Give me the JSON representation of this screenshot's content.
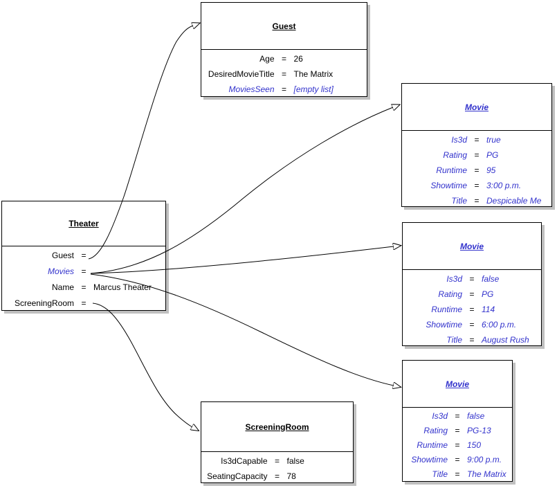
{
  "colors": {
    "reference_text": "#3232cc",
    "plain_text": "#000000",
    "box_border": "#000000",
    "box_shadow": "#c0c0c0",
    "background": "#ffffff"
  },
  "equals": "=",
  "boxes": [
    {
      "id": "theater",
      "title": "Theater",
      "title_style": "plain",
      "rows": [
        {
          "name": "Guest",
          "value": "",
          "style": "plain"
        },
        {
          "name": "Movies",
          "value": "",
          "style": "ref"
        },
        {
          "name": "Name",
          "value": "Marcus Theater",
          "style": "plain"
        },
        {
          "name": "ScreeningRoom",
          "value": "",
          "style": "plain"
        }
      ]
    },
    {
      "id": "guest",
      "title": "Guest",
      "title_style": "plain",
      "rows": [
        {
          "name": "Age",
          "value": "26",
          "style": "plain"
        },
        {
          "name": "DesiredMovieTitle",
          "value": "The Matrix",
          "style": "plain"
        },
        {
          "name": "MoviesSeen",
          "value": "[empty list]",
          "style": "ref"
        }
      ]
    },
    {
      "id": "movie1",
      "title": "Movie",
      "title_style": "ref",
      "rows": [
        {
          "name": "Is3d",
          "value": "true",
          "style": "ref"
        },
        {
          "name": "Rating",
          "value": "PG",
          "style": "ref"
        },
        {
          "name": "Runtime",
          "value": "95",
          "style": "ref"
        },
        {
          "name": "Showtime",
          "value": "3:00 p.m.",
          "style": "ref"
        },
        {
          "name": "Title",
          "value": "Despicable Me",
          "style": "ref"
        }
      ]
    },
    {
      "id": "movie2",
      "title": "Movie",
      "title_style": "ref",
      "rows": [
        {
          "name": "Is3d",
          "value": "false",
          "style": "ref"
        },
        {
          "name": "Rating",
          "value": "PG",
          "style": "ref"
        },
        {
          "name": "Runtime",
          "value": "114",
          "style": "ref"
        },
        {
          "name": "Showtime",
          "value": "6:00 p.m.",
          "style": "ref"
        },
        {
          "name": "Title",
          "value": "August Rush",
          "style": "ref"
        }
      ]
    },
    {
      "id": "movie3",
      "title": "Movie",
      "title_style": "ref",
      "rows": [
        {
          "name": "Is3d",
          "value": "false",
          "style": "ref"
        },
        {
          "name": "Rating",
          "value": "PG-13",
          "style": "ref"
        },
        {
          "name": "Runtime",
          "value": "150",
          "style": "ref"
        },
        {
          "name": "Showtime",
          "value": "9:00 p.m.",
          "style": "ref"
        },
        {
          "name": "Title",
          "value": "The Matrix",
          "style": "ref"
        }
      ]
    },
    {
      "id": "screeningroom",
      "title": "ScreeningRoom",
      "title_style": "plain",
      "rows": [
        {
          "name": "Is3dCapable",
          "value": "false",
          "style": "plain"
        },
        {
          "name": "SeatingCapacity",
          "value": "78",
          "style": "plain"
        }
      ]
    }
  ],
  "connections": [
    {
      "from": "Theater.Guest",
      "to": "Guest"
    },
    {
      "from": "Theater.Movies",
      "to": "Movie (Despicable Me)"
    },
    {
      "from": "Theater.Movies",
      "to": "Movie (August Rush)"
    },
    {
      "from": "Theater.Movies",
      "to": "Movie (The Matrix)"
    },
    {
      "from": "Theater.ScreeningRoom",
      "to": "ScreeningRoom"
    }
  ]
}
